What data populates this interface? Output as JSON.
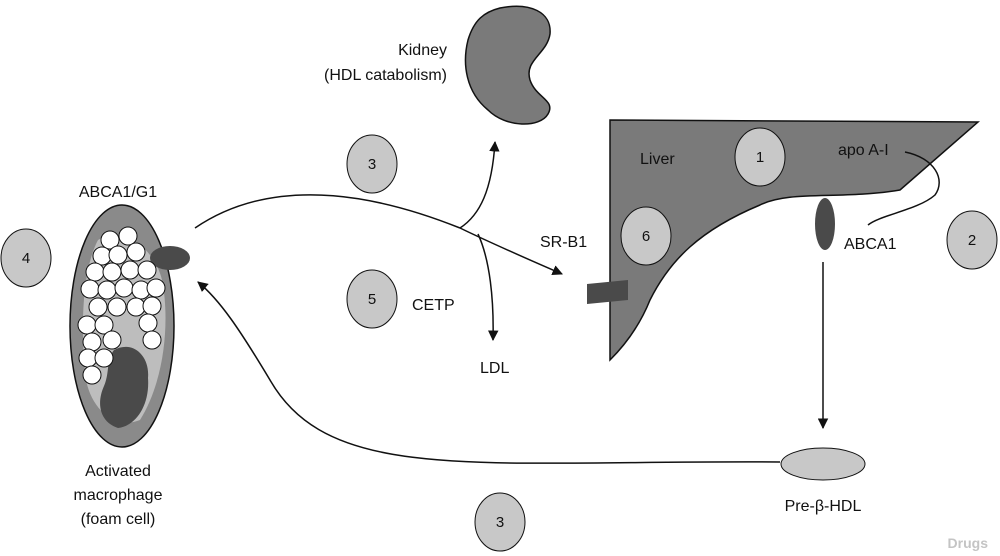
{
  "diagram": {
    "labels": {
      "kidney_line1": "Kidney",
      "kidney_line2": "(HDL catabolism)",
      "abca1_g1": "ABCA1/G1",
      "liver": "Liver",
      "apo_a1": "apo A-I",
      "sr_b1": "SR-B1",
      "abca1": "ABCA1",
      "cetp": "CETP",
      "ldl": "LDL",
      "macrophage_line1": "Activated",
      "macrophage_line2": "macrophage",
      "macrophage_line3": "(foam cell)",
      "pre_beta_hdl": "Pre-β-HDL"
    },
    "steps": {
      "step_liver": "1",
      "step_apo": "2",
      "step_top": "3",
      "step_bottom": "3",
      "step_macrophage": "4",
      "step_cetp": "5",
      "step_sr_b1": "6"
    },
    "watermark": "Drugs",
    "colors": {
      "organ_fill": "#7a7a7a",
      "step_circle_fill": "#c8c8c8",
      "macrophage_outer": "#8a8a8a",
      "macrophage_inner": "#bdbdbd",
      "dark_receptor": "#4a4a4a",
      "stroke": "#111111"
    }
  }
}
